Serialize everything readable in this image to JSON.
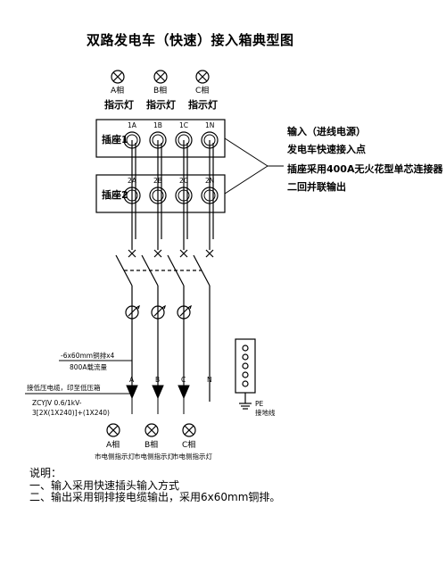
{
  "title": "双路发电车（快速）接入箱典型图",
  "top_lamps": [
    {
      "phase": "A相",
      "label": "指示灯"
    },
    {
      "phase": "B相",
      "label": "指示灯"
    },
    {
      "phase": "C相",
      "label": "指示灯"
    }
  ],
  "socket1": {
    "name": "插座1",
    "terminals": [
      "1A",
      "1B",
      "1C",
      "1N"
    ]
  },
  "socket2": {
    "name": "插座2",
    "terminals": [
      "2A",
      "2B",
      "2C",
      "2N"
    ]
  },
  "input_note": [
    "输入（进线电源）",
    "发电车快速接入点",
    "插座采用400A无火花型单芯连接器",
    "二回并联输出"
  ],
  "busbar": {
    "spec": "-6x60mm铜排x4",
    "current": "800A载流量"
  },
  "cable": {
    "note": "接低压电缆，印至低压箱",
    "type": "ZCYJV 0.6/1kV-",
    "cores": "3[2X(1X240)]+(1X240)"
  },
  "phases": [
    "A",
    "B",
    "C",
    "N"
  ],
  "pe": {
    "code": "PE",
    "label": "接地线"
  },
  "bottom_lamps": [
    {
      "phase": "A相",
      "label": "市电侧指示灯"
    },
    {
      "phase": "B相",
      "label": "市电侧指示灯"
    },
    {
      "phase": "C相",
      "label": "市电侧指示灯"
    }
  ],
  "notes": {
    "heading": "说明：",
    "items": [
      "一、输入采用快速插头输入方式",
      "二、输出采用铜排接电缆输出，采用6x60mm铜排。"
    ]
  }
}
